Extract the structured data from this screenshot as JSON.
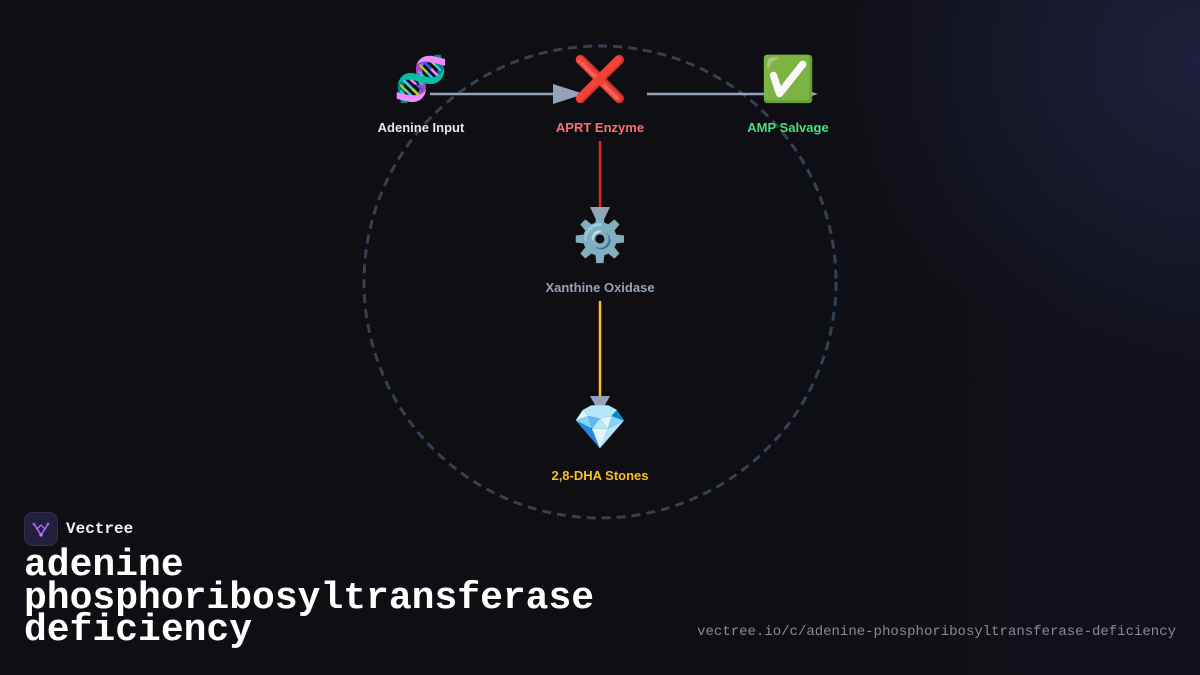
{
  "brand": {
    "name": "Vectree",
    "logo_icon": "vectree-logo-icon",
    "accent": "#a855f7"
  },
  "title_lines": [
    "adenine",
    "phosphoribosyltransferase",
    "deficiency"
  ],
  "url": "vectree.io/c/adenine-phosphoribosyltransferase-deficiency",
  "diagram": {
    "nodes": [
      {
        "id": "adenine",
        "label": "Adenine Input",
        "icon": "🧬",
        "icon_name": "dna-icon",
        "color": "#e5e7eb"
      },
      {
        "id": "aprt",
        "label": "APRT Enzyme",
        "icon": "❌",
        "icon_name": "cross-mark-icon",
        "color": "#f87171"
      },
      {
        "id": "amp",
        "label": "AMP Salvage",
        "icon": "✅",
        "icon_name": "check-mark-icon",
        "color": "#4ade80"
      },
      {
        "id": "xanthine",
        "label": "Xanthine Oxidase",
        "icon": "⚙️",
        "icon_name": "gear-icon",
        "color": "#94a3b8"
      },
      {
        "id": "stones",
        "label": "2,8-DHA Stones",
        "icon": "💎",
        "icon_name": "gem-icon",
        "color": "#fbbf24"
      }
    ],
    "edges": [
      {
        "from": "adenine",
        "to": "aprt",
        "color": "#94a3b8"
      },
      {
        "from": "aprt",
        "to": "amp",
        "color": "#94a3b8"
      },
      {
        "from": "aprt",
        "to": "xanthine",
        "color": "#dc2626"
      },
      {
        "from": "xanthine",
        "to": "stones",
        "color": "#fbbf24"
      }
    ],
    "ring_color": "#334155",
    "arrowhead_color": "#94a3b8"
  }
}
